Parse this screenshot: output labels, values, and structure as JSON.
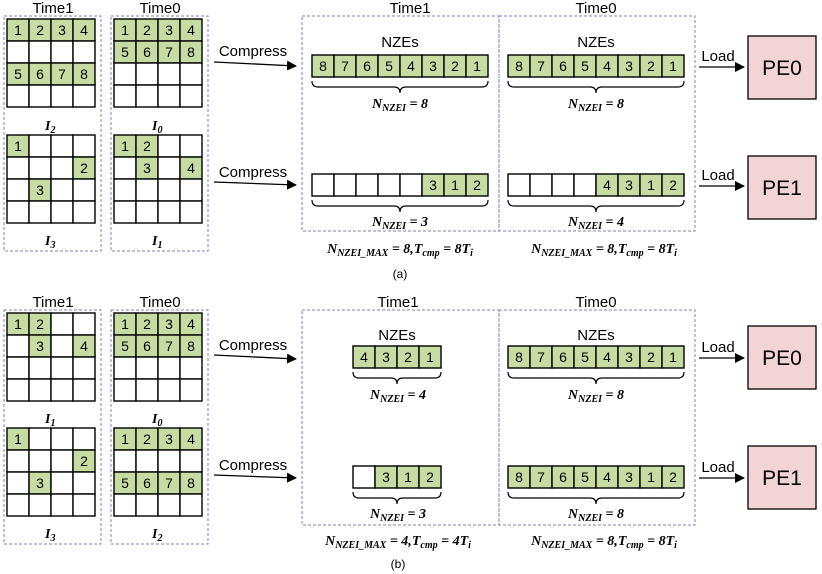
{
  "colors": {
    "filled": "#c6dca2",
    "pe_fill": "#f2d4d4",
    "dashed": "#8e7dbf"
  },
  "time_labels": [
    "Time1",
    "Time0"
  ],
  "compress_label": "Compress",
  "load_label": "Load",
  "nzes_label": "NZEs",
  "captions": [
    "(a)",
    "(b)"
  ],
  "a": {
    "grids": {
      "i2": {
        "label": {
          "base": "I",
          "sub": "2"
        },
        "rows": [
          [
            "1",
            "2",
            "3",
            "4"
          ],
          [
            "",
            "",
            "",
            ""
          ],
          [
            "5",
            "6",
            "7",
            "8"
          ],
          [
            "",
            "",
            "",
            ""
          ]
        ]
      },
      "i0": {
        "label": {
          "base": "I",
          "sub": "0"
        },
        "rows": [
          [
            "1",
            "2",
            "3",
            "4"
          ],
          [
            "5",
            "6",
            "7",
            "8"
          ],
          [
            "",
            "",
            "",
            ""
          ],
          [
            "",
            "",
            "",
            ""
          ]
        ]
      },
      "i3": {
        "label": {
          "base": "I",
          "sub": "3"
        },
        "rows": [
          [
            "1",
            "",
            "",
            ""
          ],
          [
            "",
            "",
            "",
            "2"
          ],
          [
            "",
            "3",
            "",
            ""
          ],
          [
            "",
            "",
            "",
            ""
          ]
        ]
      },
      "i1": {
        "label": {
          "base": "I",
          "sub": "1"
        },
        "rows": [
          [
            "1",
            "2",
            "",
            ""
          ],
          [
            "",
            "3",
            "",
            "4"
          ],
          [
            "",
            "",
            "",
            ""
          ],
          [
            "",
            "",
            "",
            ""
          ]
        ]
      }
    },
    "arrays": {
      "t1_top": [
        "8",
        "7",
        "6",
        "5",
        "4",
        "3",
        "2",
        "1"
      ],
      "t0_top": [
        "8",
        "7",
        "6",
        "5",
        "4",
        "3",
        "2",
        "1"
      ],
      "t1_bot": [
        "",
        "",
        "",
        "",
        "",
        "3",
        "1",
        "2"
      ],
      "t0_bot": [
        "",
        "",
        "",
        "",
        "4",
        "3",
        "1",
        "2"
      ]
    },
    "nzei": {
      "t1_top": {
        "base": "N",
        "sub": "NZEI",
        "rest": " = 8"
      },
      "t0_top": {
        "base": "N",
        "sub": "NZEI",
        "rest": " = 8"
      },
      "t1_bot": {
        "base": "N",
        "sub": "NZEI",
        "rest": " = 3"
      },
      "t0_bot": {
        "base": "N",
        "sub": "NZEI",
        "rest": " = 4"
      }
    },
    "summary": {
      "t1": {
        "max_sub": "NZEI_MAX",
        "max_val": " = 8,",
        "cmp_sub": "cmp",
        "cmp_val": " = 8",
        "ti_sub": "i"
      },
      "t0": {
        "max_sub": "NZEI_MAX",
        "max_val": " = 8,",
        "cmp_sub": "cmp",
        "cmp_val": " = 8",
        "ti_sub": "i"
      }
    },
    "pes": [
      "PE0",
      "PE1"
    ]
  },
  "b": {
    "grids": {
      "i1": {
        "label": {
          "base": "I",
          "sub": "1"
        },
        "rows": [
          [
            "1",
            "2",
            "",
            ""
          ],
          [
            "",
            "3",
            "",
            "4"
          ],
          [
            "",
            "",
            "",
            ""
          ],
          [
            "",
            "",
            "",
            ""
          ]
        ]
      },
      "i0": {
        "label": {
          "base": "I",
          "sub": "0"
        },
        "rows": [
          [
            "1",
            "2",
            "3",
            "4"
          ],
          [
            "5",
            "6",
            "7",
            "8"
          ],
          [
            "",
            "",
            "",
            ""
          ],
          [
            "",
            "",
            "",
            ""
          ]
        ]
      },
      "i3": {
        "label": {
          "base": "I",
          "sub": "3"
        },
        "rows": [
          [
            "1",
            "",
            "",
            ""
          ],
          [
            "",
            "",
            "",
            "2"
          ],
          [
            "",
            "3",
            "",
            ""
          ],
          [
            "",
            "",
            "",
            ""
          ]
        ]
      },
      "i2": {
        "label": {
          "base": "I",
          "sub": "2"
        },
        "rows": [
          [
            "1",
            "2",
            "3",
            "4"
          ],
          [
            "",
            "",
            "",
            ""
          ],
          [
            "5",
            "6",
            "7",
            "8"
          ],
          [
            "",
            "",
            "",
            ""
          ]
        ]
      }
    },
    "arrays": {
      "t1_top": [
        "4",
        "3",
        "2",
        "1"
      ],
      "t0_top": [
        "8",
        "7",
        "6",
        "5",
        "4",
        "3",
        "2",
        "1"
      ],
      "t1_bot": [
        "",
        "3",
        "1",
        "2"
      ],
      "t0_bot": [
        "8",
        "7",
        "6",
        "5",
        "4",
        "3",
        "1",
        "2"
      ]
    },
    "nzei": {
      "t1_top": {
        "base": "N",
        "sub": "NZEI",
        "rest": " = 4"
      },
      "t0_top": {
        "base": "N",
        "sub": "NZEI",
        "rest": " = 8"
      },
      "t1_bot": {
        "base": "N",
        "sub": "NZEI",
        "rest": " = 3"
      },
      "t0_bot": {
        "base": "N",
        "sub": "NZEI",
        "rest": " = 8"
      }
    },
    "summary": {
      "t1": {
        "max_sub": "NZEI_MAX",
        "max_val": " = 4,",
        "cmp_sub": "cmp",
        "cmp_val": " = 4",
        "ti_sub": "i"
      },
      "t0": {
        "max_sub": "NZEI_MAX",
        "max_val": " = 8,",
        "cmp_sub": "cmp",
        "cmp_val": " = 8",
        "ti_sub": "i"
      }
    },
    "pes": [
      "PE0",
      "PE1"
    ]
  }
}
